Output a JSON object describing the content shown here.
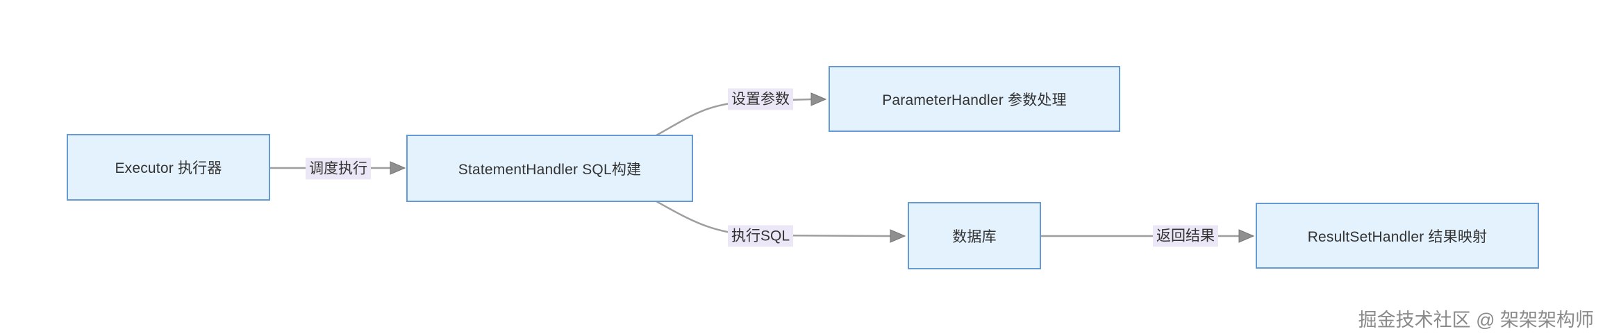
{
  "diagram": {
    "type": "flowchart-LR",
    "nodes": [
      {
        "id": "executor",
        "label": "Executor 执行器"
      },
      {
        "id": "statementhandler",
        "label": "StatementHandler SQL构建"
      },
      {
        "id": "parameterhandler",
        "label": "ParameterHandler 参数处理"
      },
      {
        "id": "database",
        "label": "数据库"
      },
      {
        "id": "resultsethandler",
        "label": "ResultSetHandler 结果映射"
      }
    ],
    "edges": [
      {
        "from": "executor",
        "to": "statementhandler",
        "label": "调度执行"
      },
      {
        "from": "statementhandler",
        "to": "parameterhandler",
        "label": "设置参数"
      },
      {
        "from": "statementhandler",
        "to": "database",
        "label": "执行SQL"
      },
      {
        "from": "database",
        "to": "resultsethandler",
        "label": "返回结果"
      }
    ],
    "colors": {
      "node_fill": "#e3f2fd",
      "node_border": "#659bd2",
      "edge_line": "#9e9e9e",
      "arrowhead": "#8f8f8f",
      "edge_label_bg": "#ece7f6",
      "text": "#333333",
      "background": "#ffffff"
    },
    "watermark": "掘金技术社区 @ 架架架构师"
  }
}
